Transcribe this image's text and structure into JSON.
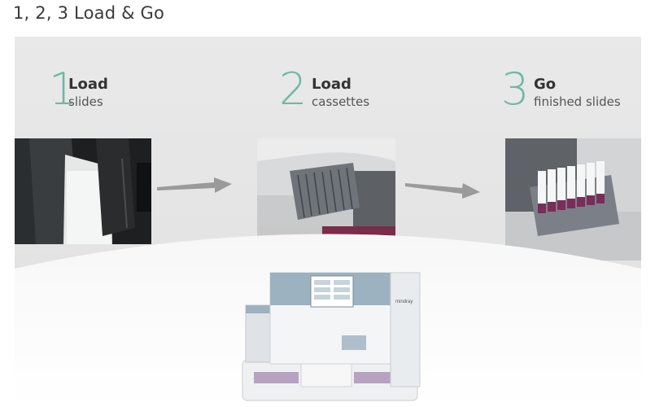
{
  "page": {
    "title": "1, 2, 3 Load & Go"
  },
  "steps": [
    {
      "number": "1",
      "action": "Load",
      "object": "slides"
    },
    {
      "number": "2",
      "action": "Load",
      "object": "cassettes"
    },
    {
      "number": "3",
      "action": "Go",
      "object": "finished slides"
    }
  ],
  "machine": {
    "brand_label": "mindray"
  },
  "colors": {
    "step_number": "#6fb8a6",
    "arrow": "#9a9a9a",
    "panel_bg": "#e6e6e6"
  },
  "icons": [
    "right-arrow-icon",
    "right-arrow-icon"
  ]
}
